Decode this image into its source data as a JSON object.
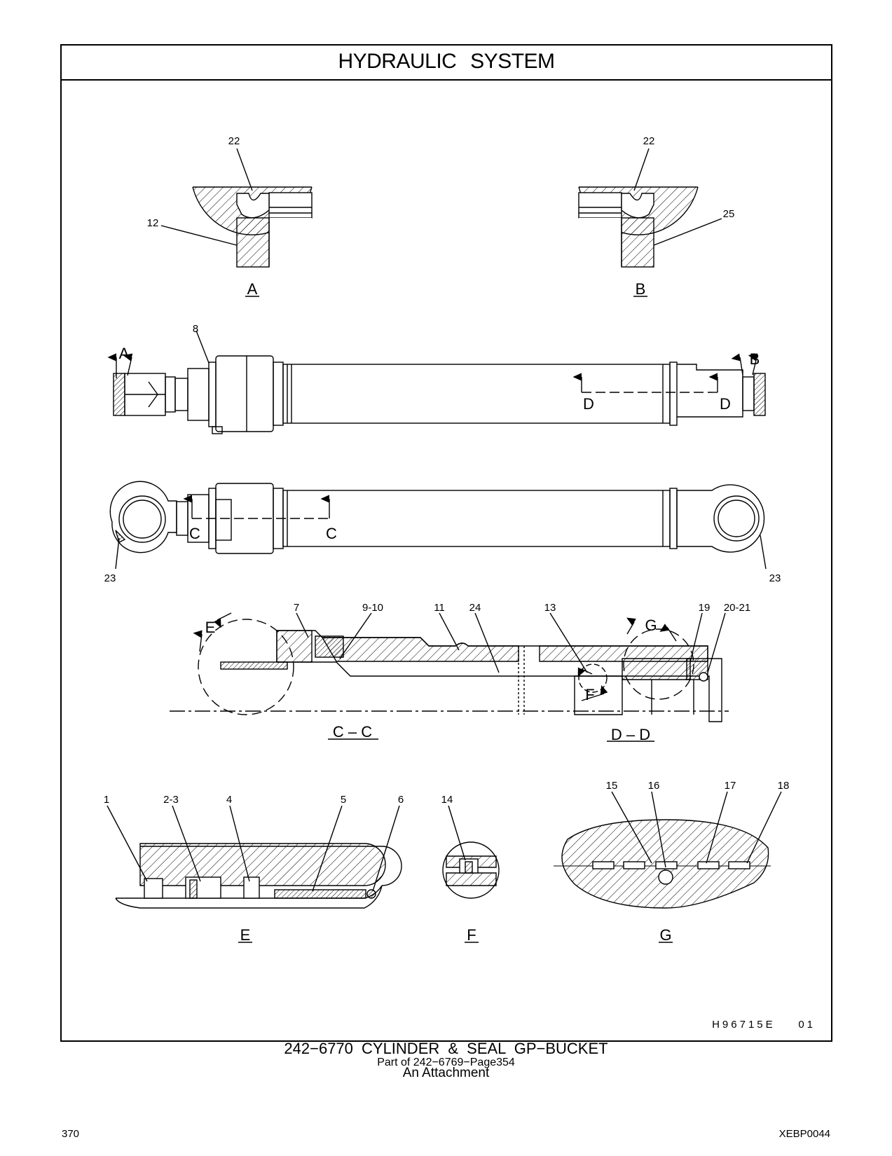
{
  "header": {
    "title": "HYDRAULIC  SYSTEM"
  },
  "drawing": {
    "number": "H96715E",
    "revision": "01",
    "callouts": {
      "c1": "1",
      "c2_3": "2-3",
      "c4": "4",
      "c5": "5",
      "c6": "6",
      "c7": "7",
      "c8": "8",
      "c9_10": "9-10",
      "c11": "11",
      "c12": "12",
      "c13": "13",
      "c14": "14",
      "c15": "15",
      "c16": "16",
      "c17": "17",
      "c18": "18",
      "c19": "19",
      "c20_21": "20-21",
      "c22": "22",
      "c23": "23",
      "c24": "24",
      "c25": "25"
    },
    "views": {
      "a": "A",
      "b": "B",
      "c": "C",
      "d": "D",
      "e": "E",
      "f": "F",
      "g": "G",
      "cc": "C – C",
      "dd": "D – D"
    }
  },
  "caption": {
    "part": "242−6770  CYLINDER & SEAL GP−BUCKET",
    "part_of": "Part of 242−6769−Page354",
    "attachment": "An Attachment"
  },
  "footer": {
    "page_number": "370",
    "document_id": "XEBP0044"
  }
}
